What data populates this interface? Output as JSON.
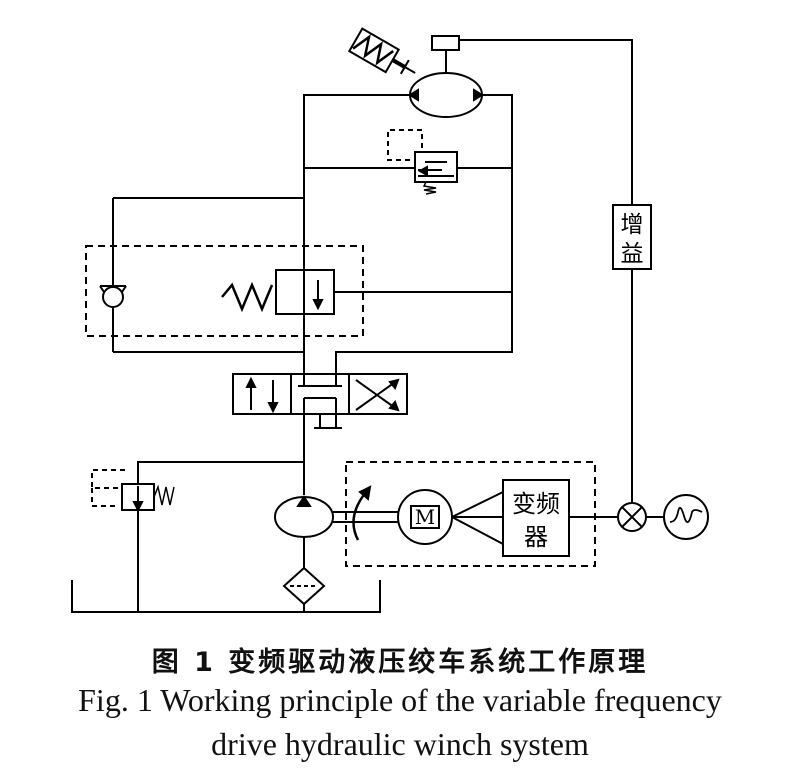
{
  "labels": {
    "gain": [
      "增",
      "益"
    ],
    "inverter": [
      "变频",
      "器"
    ],
    "motor": "M"
  },
  "caption": {
    "chinese": "图 1   变频驱动液压绞车系统工作原理",
    "english_line1": "Fig. 1   Working principle of the variable frequency",
    "english_line2": "drive hydraulic winch system"
  }
}
